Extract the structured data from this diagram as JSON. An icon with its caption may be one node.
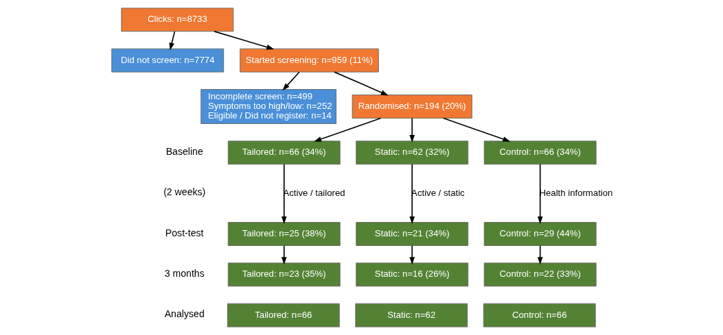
{
  "diagram": {
    "nodes": [
      {
        "text": [
          "Clicks: n=8733"
        ]
      },
      {
        "text": [
          "Did not screen: n=7774"
        ]
      },
      {
        "text": [
          "Started screening: n=959 (11%)"
        ]
      },
      {
        "text": [
          "Incomplete screen: n=499",
          "Symptoms too high/low: n=252",
          "Eligible / Did not register: n=14"
        ]
      },
      {
        "text": [
          "Randomised: n=194 (20%)"
        ]
      },
      {
        "text": [
          "Tailored: n=66 (34%)"
        ]
      },
      {
        "text": [
          "Static: n=62 (32%)"
        ]
      },
      {
        "text": [
          "Control: n=66 (34%)"
        ]
      },
      {
        "text": [
          "Tailored: n=25 (38%)"
        ]
      },
      {
        "text": [
          "Static: n=21 (34%)"
        ]
      },
      {
        "text": [
          "Control: n=29 (44%)"
        ]
      },
      {
        "text": [
          "Tailored: n=23 (35%)"
        ]
      },
      {
        "text": [
          "Static: n=16 (26%)"
        ]
      },
      {
        "text": [
          "Control: n=22 (33%)"
        ]
      },
      {
        "text": [
          "Tailored: n=66"
        ]
      },
      {
        "text": [
          "Static: n=62"
        ]
      },
      {
        "text": [
          "Control: n=66"
        ]
      }
    ],
    "edges": [
      {
        "from": 0,
        "to": 2,
        "arrow": "to"
      },
      {
        "from": 0,
        "to": 1,
        "arrow": "to"
      },
      {
        "from": 2,
        "to": 4,
        "arrow": "to"
      },
      {
        "from": 2,
        "to": 3,
        "arrow": "to"
      },
      {
        "from": 4,
        "to": 5,
        "arrow": "to"
      },
      {
        "from": 4,
        "to": 6,
        "arrow": "to"
      },
      {
        "from": 4,
        "to": 7,
        "arrow": "to"
      },
      {
        "from": 5,
        "to": 8,
        "arrow": "to",
        "label": "Active / tailored"
      },
      {
        "from": 6,
        "to": 9,
        "arrow": "to",
        "label": "Active / static"
      },
      {
        "from": 7,
        "to": 10,
        "arrow": "to",
        "label": "Health information"
      },
      {
        "from": 8,
        "to": 11,
        "arrow": "to"
      },
      {
        "from": 9,
        "to": 12,
        "arrow": "to"
      },
      {
        "from": 10,
        "to": 13,
        "arrow": "to"
      }
    ],
    "labels": [
      "Baseline",
      "(2 weeks)",
      "Post-test",
      "3 months",
      "Analysed"
    ]
  }
}
